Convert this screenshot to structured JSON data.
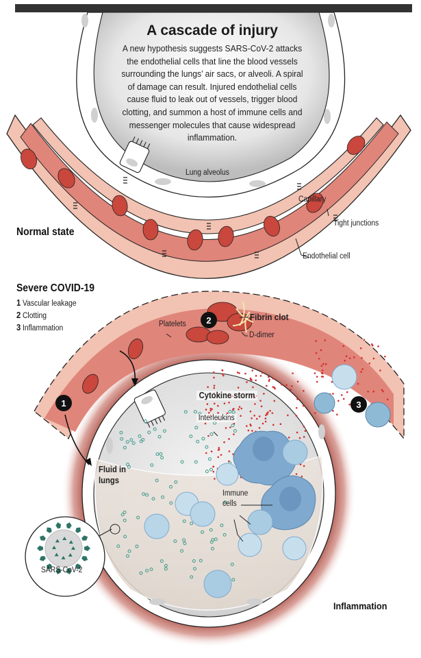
{
  "header": {
    "title": "A cascade of injury",
    "intro": "A new hypothesis suggests SARS-CoV-2 attacks the endothelial cells that line the blood vessels surrounding the lungs’ air sacs, or alveoli. A spiral of damage can result. Injured endothelial cells cause fluid to leak out of vessels, trigger blood clotting, and summon a host of immune cells and messenger molecules that cause widespread inflammation."
  },
  "normal_state": {
    "heading": "Normal state",
    "labels": {
      "lung_alveolus": "Lung alveolus",
      "capillary": "Capillary",
      "tight_junctions": "Tight junctions",
      "endothelial_cell": "Endothelial cell"
    }
  },
  "severe": {
    "heading": "Severe COVID-19",
    "legend": [
      {
        "num": "1",
        "label": "Vascular leakage"
      },
      {
        "num": "2",
        "label": "Clotting"
      },
      {
        "num": "3",
        "label": "Inflammation"
      }
    ],
    "labels": {
      "platelets": "Platelets",
      "fibrin_clot": "Fibrin clot",
      "d_dimer": "D-dimer",
      "cytokine_storm": "Cytokine storm",
      "interleukins": "Interleukins",
      "fluid_in_lungs": "Fluid in lungs",
      "immune_cells": "Immune cells",
      "sars_cov_2": "SARS-CoV-2",
      "inflammation": "Inflammation"
    },
    "markers": [
      "1",
      "2",
      "3"
    ]
  },
  "colors": {
    "vessel_lumen": "#e0857a",
    "endothelial": "#f2c2b2",
    "red_blood_cell": "#c9473c",
    "alveolus_wall": "#ffffff",
    "alveolus_air": "#dcdcdc",
    "immune_cell": "#a9cce2",
    "virus": "#2e7466",
    "interleukin_dot": "#d32f2f",
    "inflammation_glow": "#8b1a10",
    "topbar": "#333333"
  }
}
